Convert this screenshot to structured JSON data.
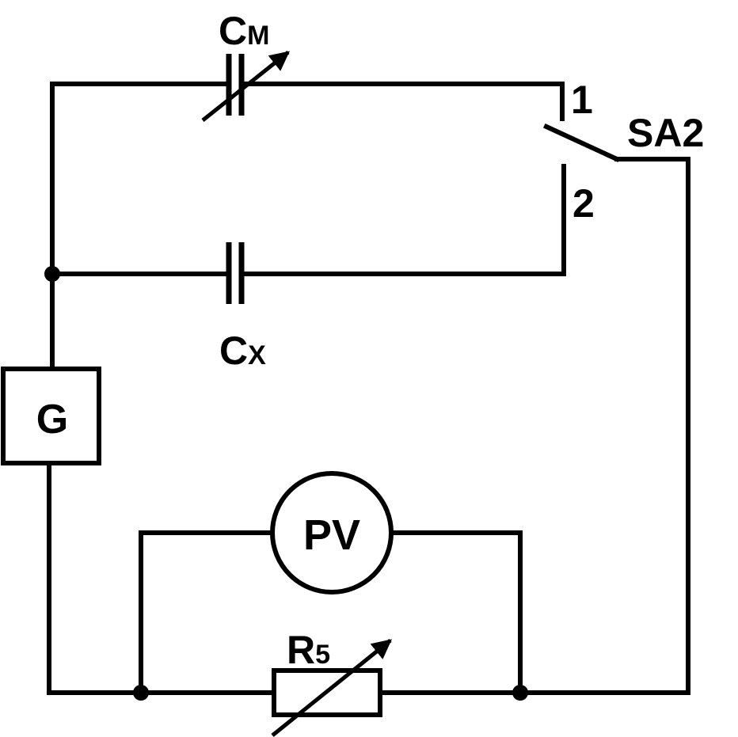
{
  "labels": {
    "cm_main": "C",
    "cm_sub": "M",
    "cx_main": "C",
    "cx_sub": "X",
    "switch": "SA2",
    "contact_1": "1",
    "contact_2": "2",
    "generator": "G",
    "voltmeter": "PV",
    "resistor_main": "R",
    "resistor_sub": "5"
  },
  "colors": {
    "line": "#000000",
    "background": "#ffffff"
  }
}
